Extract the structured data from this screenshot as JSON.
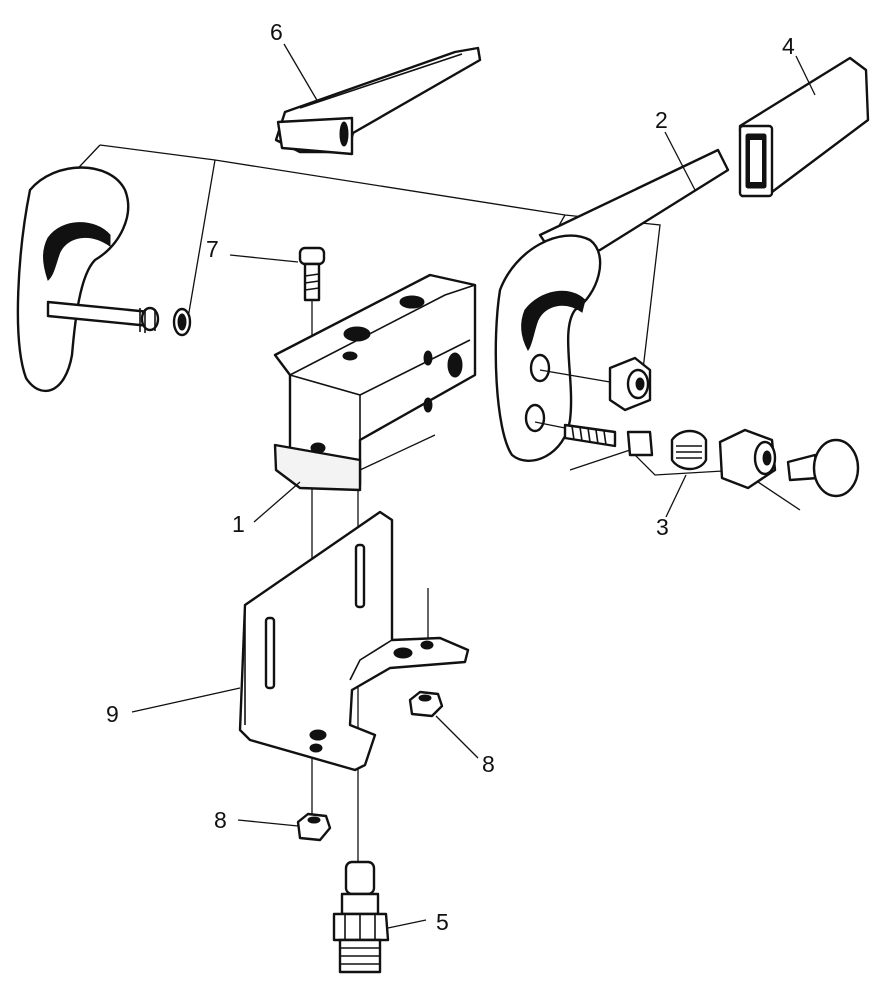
{
  "diagram": {
    "type": "exploded-parts-view",
    "callouts": {
      "c1": "1",
      "c2": "2",
      "c3": "3",
      "c4": "4",
      "c5": "5",
      "c6": "6",
      "c7": "7",
      "c8a": "8",
      "c8b": "8",
      "c9": "9"
    }
  }
}
